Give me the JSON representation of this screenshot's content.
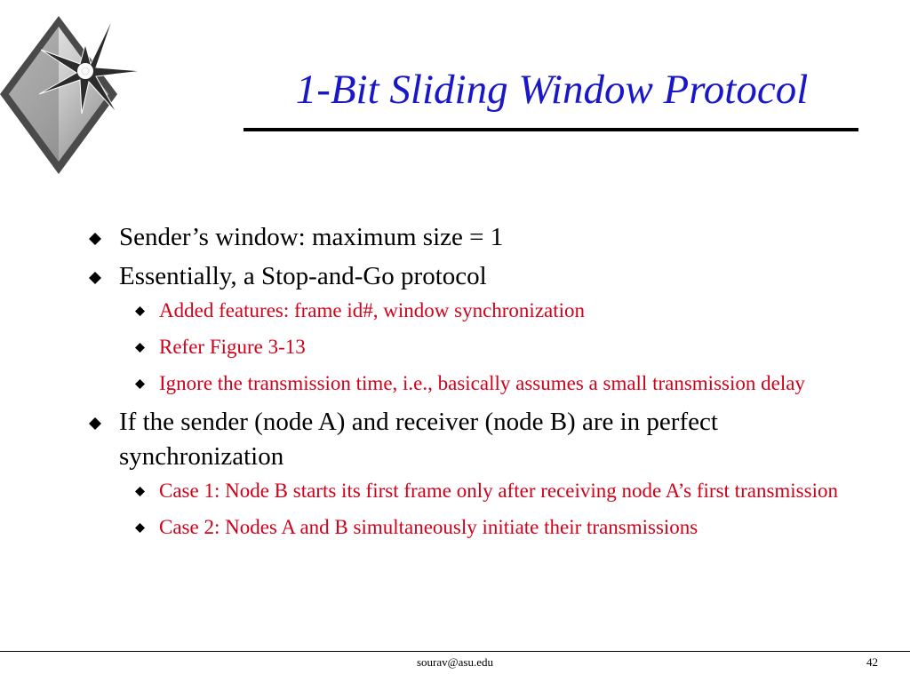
{
  "slide": {
    "title": "1-Bit Sliding Window Protocol",
    "bullets": [
      {
        "text": "Sender’s window: maximum size = 1",
        "sub": []
      },
      {
        "text": "Essentially, a Stop-and-Go protocol",
        "sub": [
          "Added features: frame id#, window synchronization",
          "Refer Figure 3-13",
          "Ignore the transmission time, i.e., basically assumes a small transmission delay"
        ]
      },
      {
        "text": "If the sender (node A) and receiver (node B) are in perfect synchronization",
        "sub": [
          "Case 1: Node B starts its first frame only after receiving node A’s first transmission",
          "Case 2: Nodes A and B simultaneously initiate their transmissions"
        ]
      }
    ]
  },
  "footer": {
    "email": "sourav@asu.edu",
    "page_number": "42"
  },
  "colors": {
    "title": "#1a18c6",
    "body_text": "#000000",
    "sub_text": "#d0021b"
  },
  "icons": {
    "logo": "diamond-star-logo",
    "bullet": "diamond-bullet-icon"
  }
}
